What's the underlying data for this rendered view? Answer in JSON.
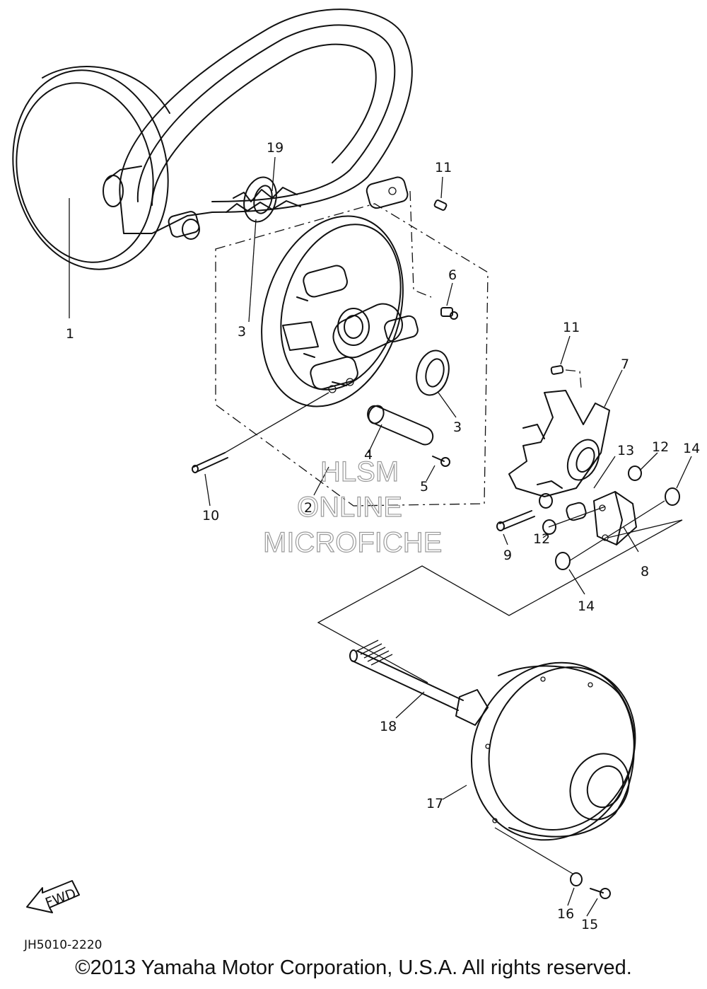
{
  "diagram": {
    "callouts": {
      "c1": "1",
      "c2": "2",
      "c3a": "3",
      "c3b": "3",
      "c4": "4",
      "c5": "5",
      "c6": "6",
      "c7": "7",
      "c8": "8",
      "c9": "9",
      "c10": "10",
      "c11a": "11",
      "c11b": "11",
      "c12a": "12",
      "c12b": "12",
      "c13": "13",
      "c14a": "14",
      "c14b": "14",
      "c15": "15",
      "c16": "16",
      "c17": "17",
      "c18": "18",
      "c19": "19"
    },
    "fwd_label": "FWD",
    "drawing_code": "JH5010-2220",
    "watermark": {
      "line1": "HLSM",
      "line2": "ONLINE",
      "line3": "MICROFICHE"
    }
  },
  "footer": {
    "copyright": "©2013 Yamaha Motor Corporation, U.S.A. All rights reserved."
  }
}
